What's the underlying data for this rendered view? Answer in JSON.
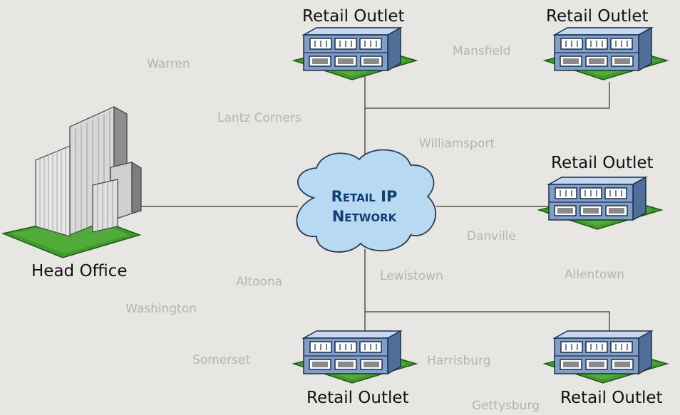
{
  "network": {
    "line1": "Retail IP",
    "line2": "Network"
  },
  "head_office": {
    "label": "Head Office"
  },
  "outlets": [
    {
      "label": "Retail Outlet"
    },
    {
      "label": "Retail Outlet"
    },
    {
      "label": "Retail Outlet"
    },
    {
      "label": "Retail Outlet"
    },
    {
      "label": "Retail Outlet"
    }
  ],
  "cities": {
    "warren": "Warren",
    "mansfield": "Mansfield",
    "lantz_corners": "Lantz Corners",
    "williamsport": "Williamsport",
    "danville": "Danville",
    "allentown": "Allentown",
    "altoona": "Altoona",
    "lewistown": "Lewistown",
    "washington": "Washington",
    "somerset": "Somerset",
    "harrisburg": "Harrisburg",
    "gettysburg": "Gettysburg"
  },
  "colors": {
    "background": "#e8e6e3",
    "cloud_fill": "#b7d9f2",
    "cloud_text": "#0f3f73",
    "ground": "#3f9c2a",
    "device_body": "#7f9fc8",
    "city_text": "#b4b4b4"
  }
}
